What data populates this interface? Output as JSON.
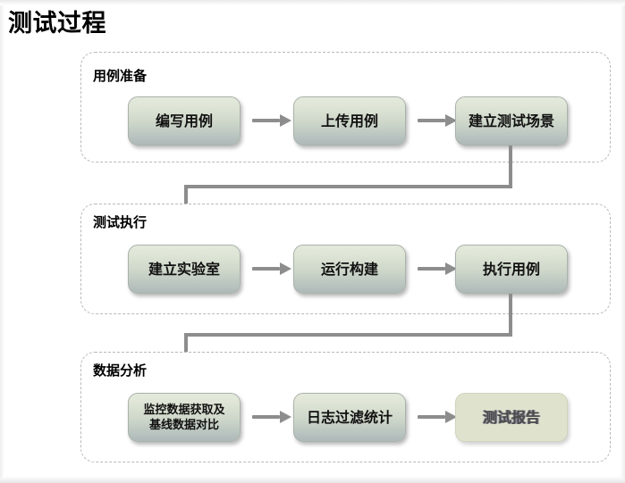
{
  "page": {
    "title": "测试过程"
  },
  "groups": [
    {
      "id": "case-preparation",
      "label": "用例准备",
      "nodes": [
        {
          "id": "write-case",
          "lines": [
            "编写用例"
          ],
          "style": "normal"
        },
        {
          "id": "upload-case",
          "lines": [
            "上传用例"
          ],
          "style": "normal"
        },
        {
          "id": "build-scene",
          "lines": [
            "建立测试场景"
          ],
          "style": "normal"
        }
      ]
    },
    {
      "id": "test-execution",
      "label": "测试执行",
      "nodes": [
        {
          "id": "build-lab",
          "lines": [
            "建立实验室"
          ],
          "style": "normal"
        },
        {
          "id": "run-build",
          "lines": [
            "运行构建"
          ],
          "style": "normal"
        },
        {
          "id": "execute-case",
          "lines": [
            "执行用例"
          ],
          "style": "normal"
        }
      ]
    },
    {
      "id": "data-analysis",
      "label": "数据分析",
      "nodes": [
        {
          "id": "monitor-data",
          "lines": [
            "监控数据获取及",
            "基线数据对比"
          ],
          "style": "normal-small"
        },
        {
          "id": "log-filter",
          "lines": [
            "日志过滤统计"
          ],
          "style": "normal"
        },
        {
          "id": "test-report",
          "lines": [
            "测试报告"
          ],
          "style": "pale"
        }
      ]
    }
  ],
  "colors": {
    "node_top": "#e4eadb",
    "node_bottom": "#aeb9b8",
    "node_pale": "#dfe3cd",
    "arrow": "#8d8d8d",
    "group_border": "#b9b9b9",
    "text": "#111111",
    "background": "#ffffff"
  }
}
